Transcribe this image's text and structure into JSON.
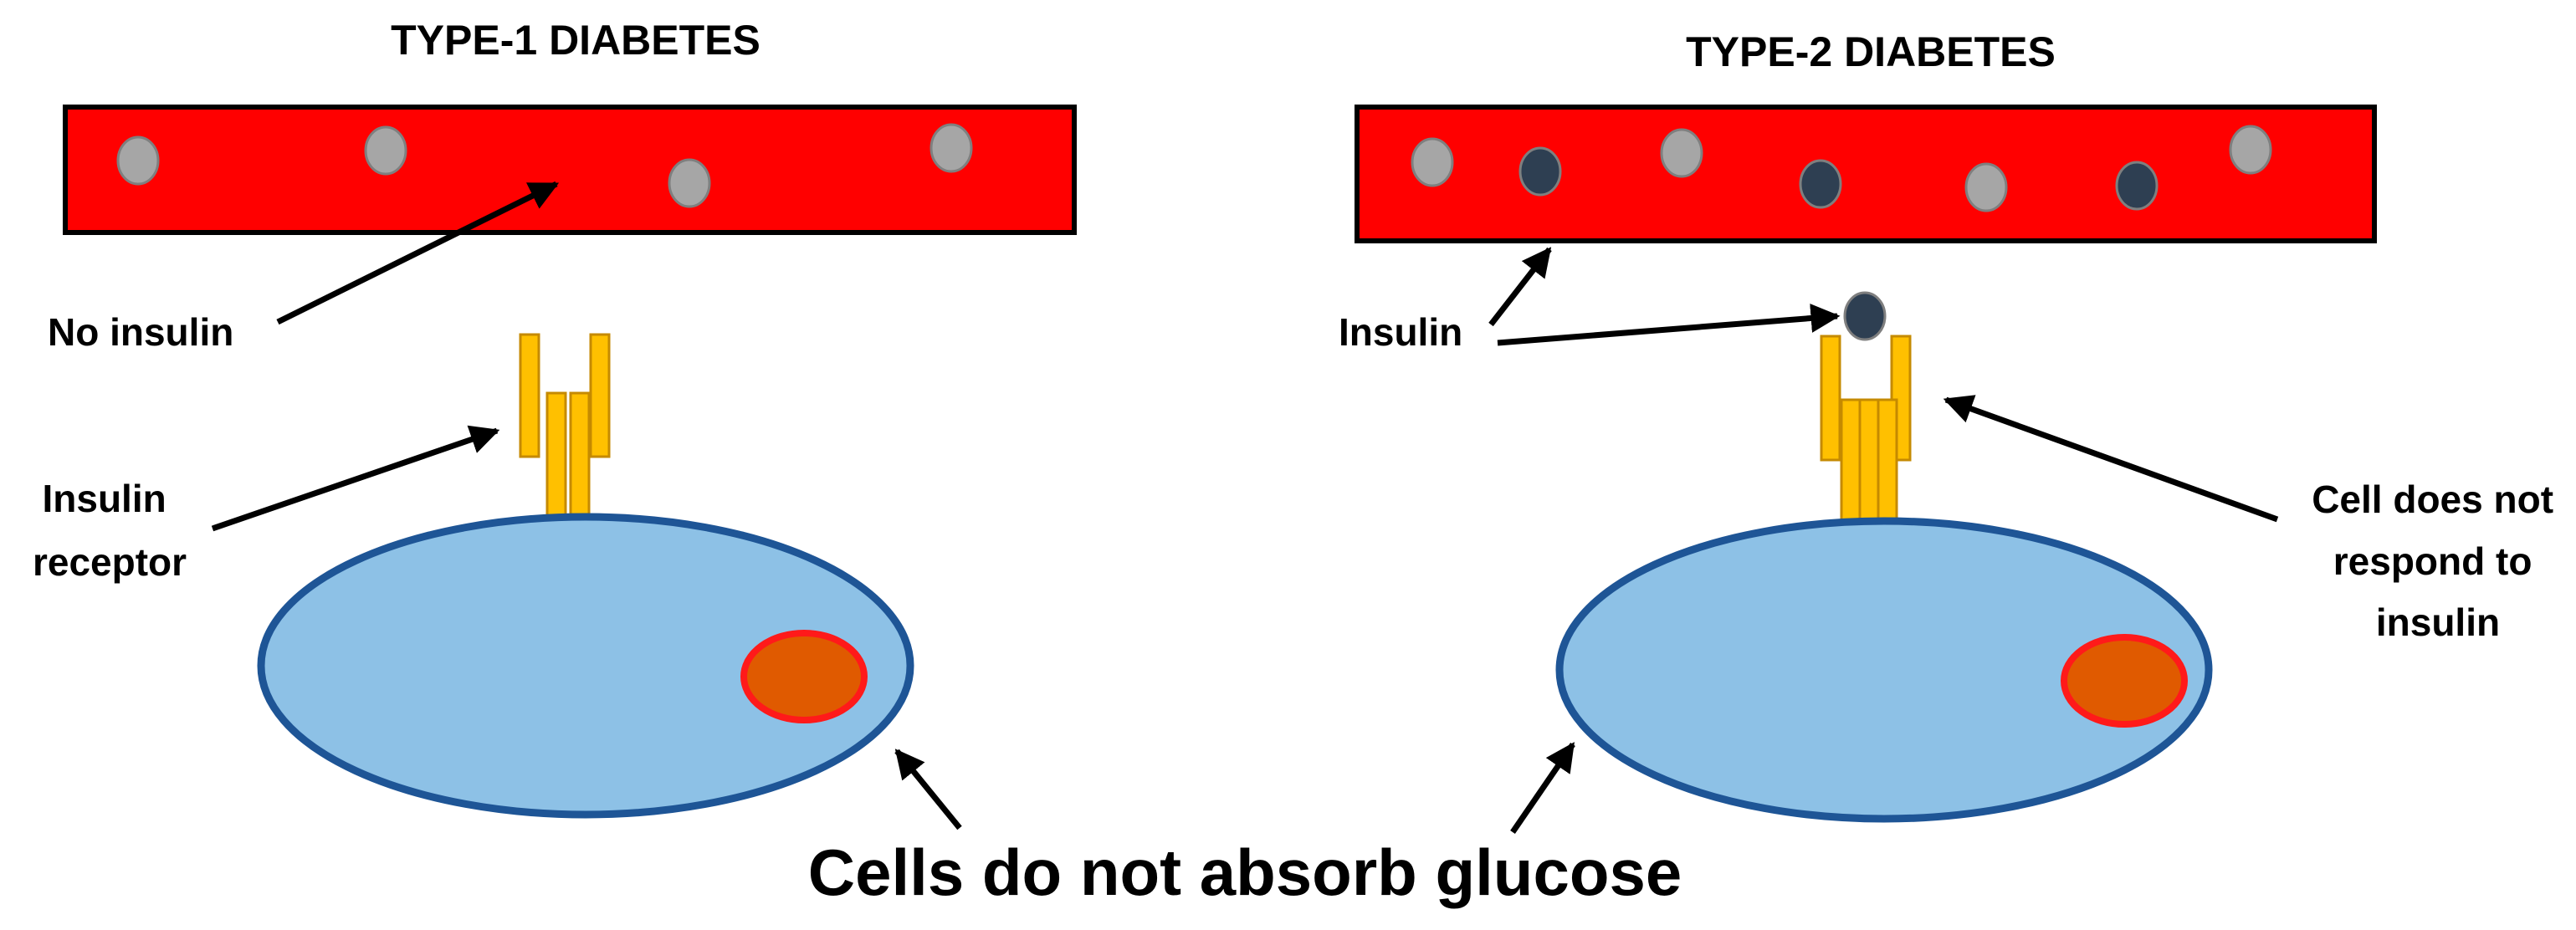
{
  "colors": {
    "blood_vessel": "#ff0000",
    "glucose": "#a6a6a6",
    "insulin": "#2e3f52",
    "receptor": "#ffc000",
    "receptor_outline": "#c58a00",
    "cell": "#8dc1e6",
    "cell_outline": "#1e5596",
    "nucleus": "#e05a00",
    "nucleus_outline": "#ff1a1a",
    "arrow": "#000000"
  },
  "type1": {
    "title": "TYPE-1 DIABETES",
    "no_insulin_label": "No insulin",
    "receptor_label": [
      "Insulin",
      "receptor"
    ]
  },
  "type2": {
    "title": "TYPE-2 DIABETES",
    "insulin_label": "Insulin",
    "no_response_label": [
      "Cell does not",
      "respond to",
      "insulin"
    ]
  },
  "footer": {
    "caption": "Cells do not absorb glucose"
  }
}
